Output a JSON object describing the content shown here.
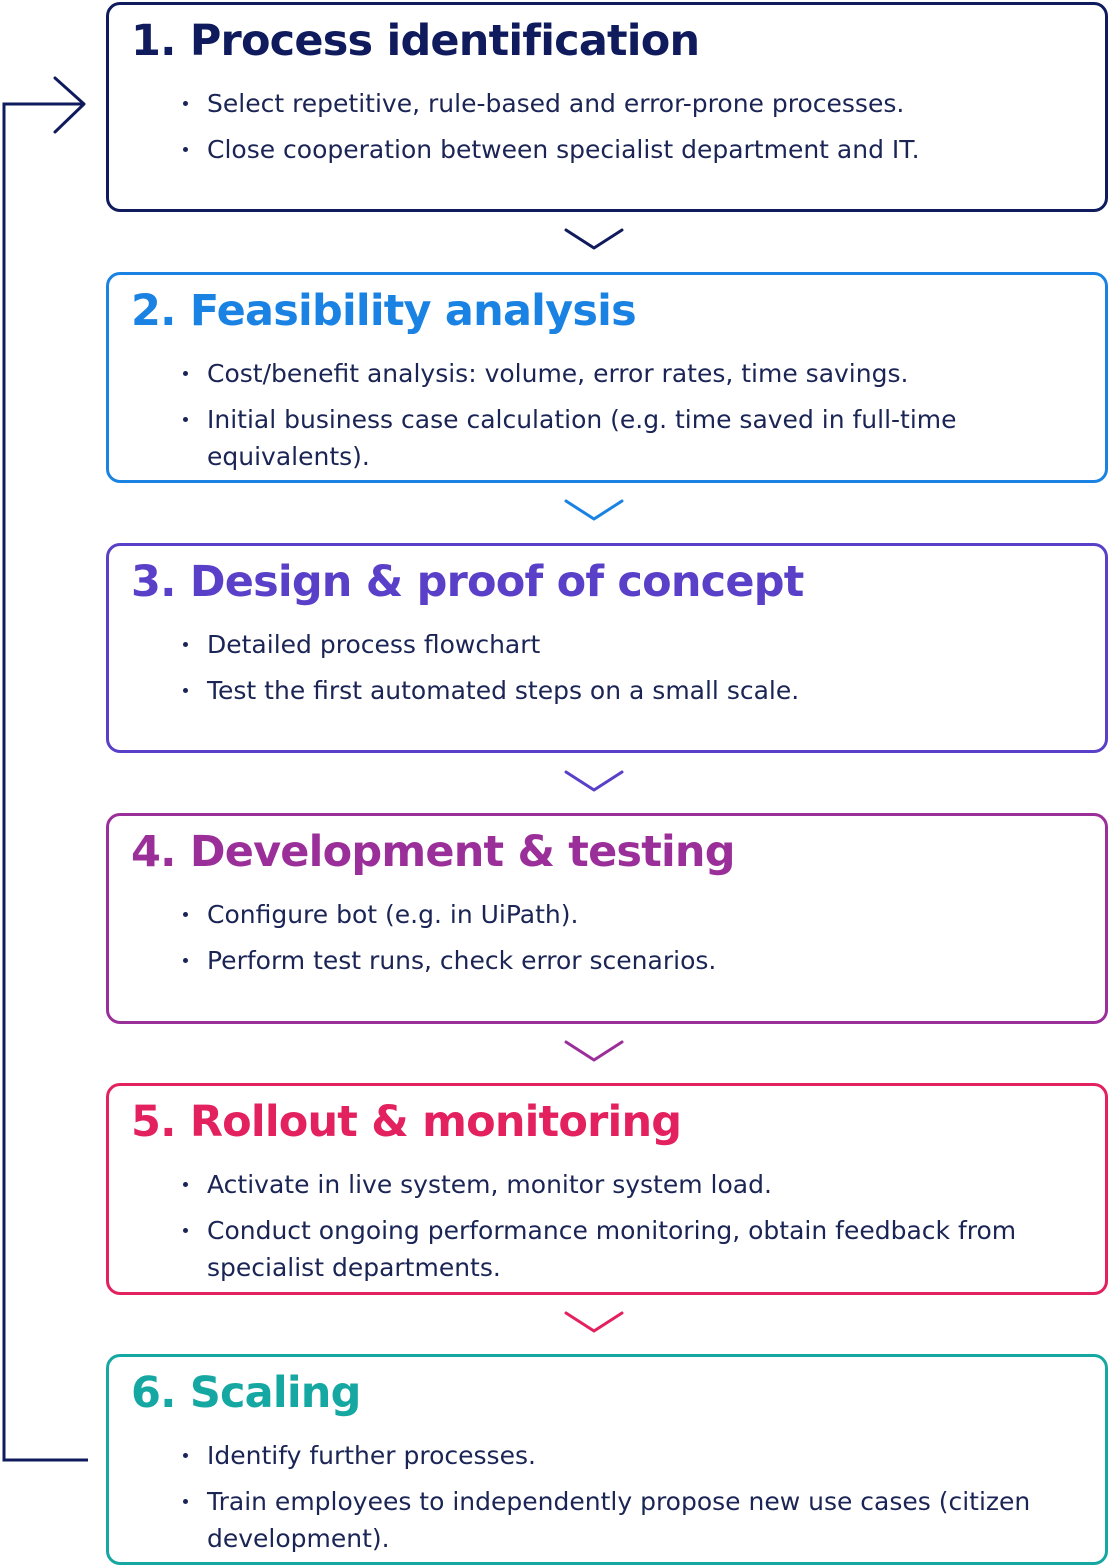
{
  "steps": [
    {
      "title": "1. Process identification",
      "color": "#0f1b5c",
      "bullets": [
        "Select repetitive, rule-based and error-prone processes.",
        "Close cooperation between specialist department and IT."
      ]
    },
    {
      "title": "2. Feasibility analysis",
      "color": "#1a82e2",
      "bullets": [
        "Cost/benefit analysis: volume, error rates, time savings.",
        "Initial business case calculation (e.g. time saved in full-time equivalents)."
      ]
    },
    {
      "title": "3. Design & proof of concept",
      "color": "#5a3fc8",
      "bullets": [
        "Detailed process flowchart",
        "Test the first automated steps on a small scale."
      ]
    },
    {
      "title": "4. Development & testing",
      "color": "#9b2f9a",
      "bullets": [
        "Configure bot (e.g. in UiPath).",
        "Perform test runs, check error scenarios."
      ]
    },
    {
      "title": "5. Rollout & monitoring",
      "color": "#e3215f",
      "bullets": [
        "Activate in live system, monitor system load.",
        "Conduct ongoing performance monitoring, obtain feedback from specialist departments."
      ]
    },
    {
      "title": "6. Scaling",
      "color": "#15a7a2",
      "bullets": [
        "Identify further processes.",
        "Train employees to independently propose new use cases (citizen development)."
      ]
    }
  ],
  "loop_color": "#0f1b5c"
}
